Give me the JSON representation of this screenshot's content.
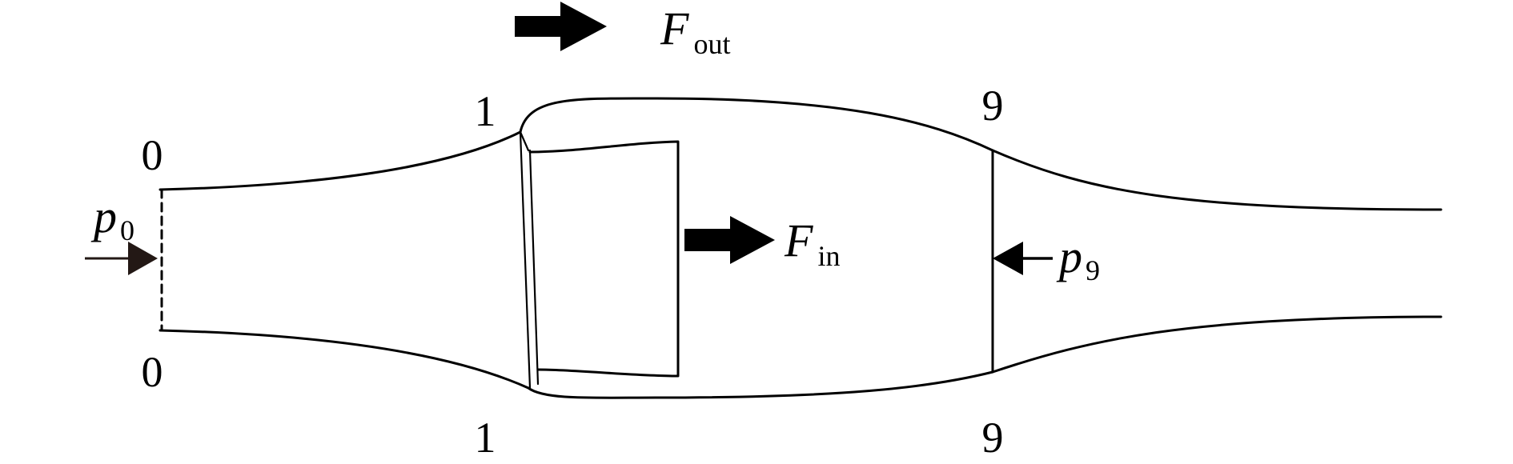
{
  "stations": {
    "s0_top": "0",
    "s0_bottom": "0",
    "s1_top": "1",
    "s1_bottom": "1",
    "s9_top": "9",
    "s9_bottom": "9"
  },
  "forces": {
    "f_out": {
      "symbol": "F",
      "subscript": "out"
    },
    "f_in": {
      "symbol": "F",
      "subscript": "in"
    }
  },
  "pressures": {
    "p0": {
      "symbol": "p",
      "subscript": "0"
    },
    "p9": {
      "symbol": "p",
      "subscript": "9"
    }
  }
}
